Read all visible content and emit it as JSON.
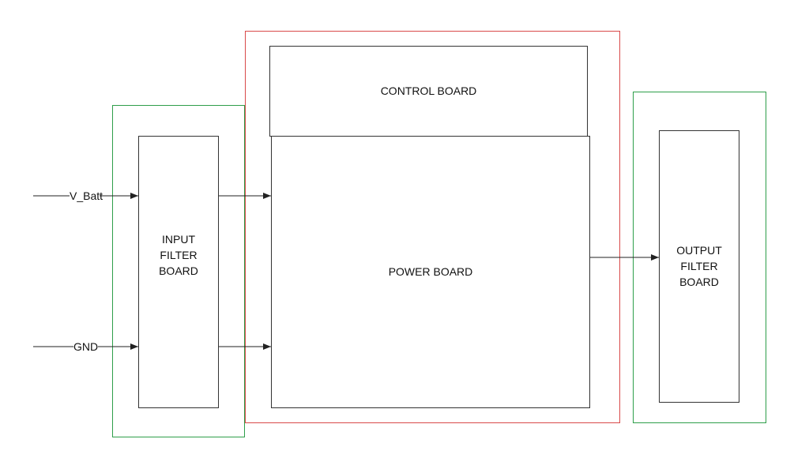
{
  "blocks": {
    "control_board": {
      "label": "CONTROL BOARD"
    },
    "power_board": {
      "label": "POWER BOARD"
    },
    "input_filter_board": {
      "label": "INPUT\nFILTER\nBOARD"
    },
    "output_filter_board": {
      "label": "OUTPUT\nFILTER\nBOARD"
    }
  },
  "signals": {
    "vbatt": {
      "label": "V_Batt"
    },
    "gnd": {
      "label": "GND"
    }
  },
  "colors": {
    "input_group_frame": "#2e9e4a",
    "power_group_frame": "#d94a4a",
    "output_group_frame": "#2e9e4a",
    "block_border": "#333333",
    "wire": "#222222"
  }
}
